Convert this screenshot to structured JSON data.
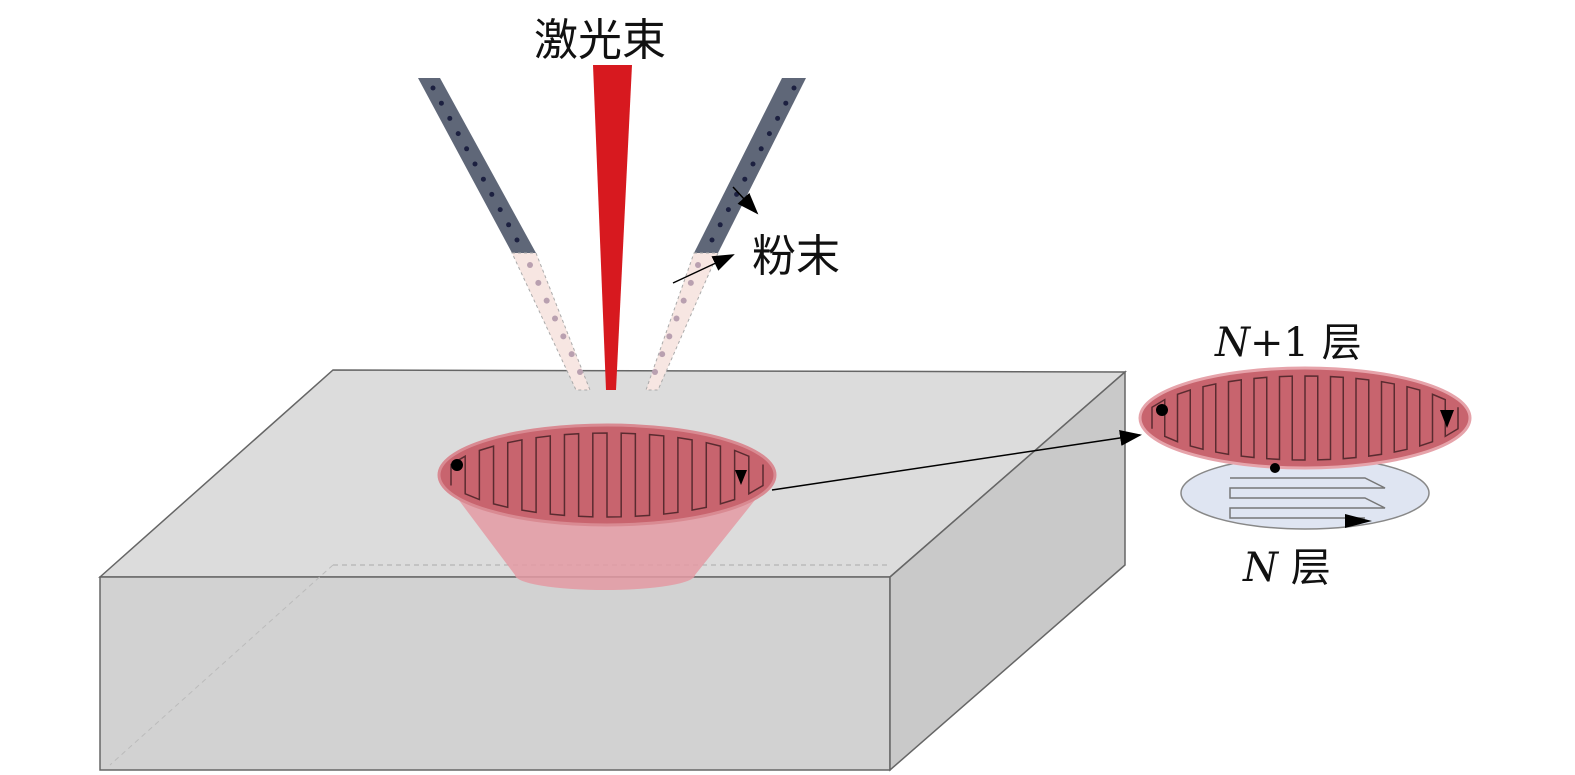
{
  "labels": {
    "laser_beam": "激光束",
    "powder": "粉末",
    "layer_n_plus_1_var": "N",
    "layer_n_plus_1_suffix": "+1 层",
    "layer_n_var": "N",
    "layer_n_suffix": " 层"
  },
  "colors": {
    "laser": "#d7191f",
    "melt_pool": "#c8646e",
    "nozzle": "#5f6778",
    "substrate_top": "#dcdcdc",
    "substrate_front": "#d2d2d2",
    "layer_n": "#dfe5f2"
  }
}
